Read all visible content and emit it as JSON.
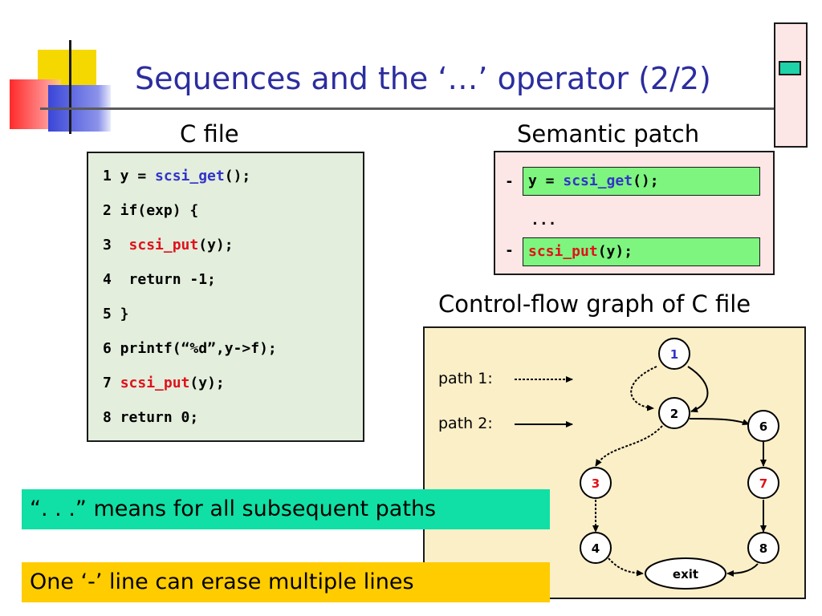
{
  "slide": {
    "title": "Sequences and the ‘…’ operator (2/2)"
  },
  "c_file": {
    "label": "C file",
    "lines": [
      {
        "num": "1",
        "pre": " y = ",
        "fn": "scsi_get",
        "post": "();",
        "fn_color": "blue"
      },
      {
        "num": "2",
        "pre": " if(exp) {",
        "fn": "",
        "post": "",
        "fn_color": ""
      },
      {
        "num": "3",
        "pre": "  ",
        "fn": "scsi_put",
        "post": "(y);",
        "fn_color": "red"
      },
      {
        "num": "4",
        "pre": "  return -1;",
        "fn": "",
        "post": "",
        "fn_color": ""
      },
      {
        "num": "5",
        "pre": " }",
        "fn": "",
        "post": "",
        "fn_color": ""
      },
      {
        "num": "6",
        "pre": " printf(“%d”,y->f);",
        "fn": "",
        "post": "",
        "fn_color": ""
      },
      {
        "num": "7",
        "pre": " ",
        "fn": "scsi_put",
        "post": "(y);",
        "fn_color": "red"
      },
      {
        "num": "8",
        "pre": " return 0;",
        "fn": "",
        "post": "",
        "fn_color": ""
      }
    ]
  },
  "semantic_patch": {
    "label": "Semantic patch",
    "minus": "-",
    "line1": {
      "pre": "y = ",
      "fn": "scsi_get",
      "post": "();"
    },
    "dots": "...",
    "line2": {
      "pre": "",
      "fn": "scsi_put",
      "post": "(y);"
    }
  },
  "cfg": {
    "label": "Control-flow graph of C file",
    "path1_label": "path 1:",
    "path2_label": "path 2:",
    "nodes": {
      "n1": "1",
      "n2": "2",
      "n3": "3",
      "n4": "4",
      "n6": "6",
      "n7": "7",
      "n8": "8",
      "exit": "exit"
    }
  },
  "notes": {
    "green": "“. . .” means for all subsequent paths",
    "yellow": "One ‘-’ line can erase multiple lines"
  },
  "colors": {
    "title": "#2b2d9e",
    "fn_blue": "#3334c9",
    "fn_red": "#e0121b",
    "code_bg": "#e3eedd",
    "patch_bg": "#fce6e6",
    "patch_line_bg": "#7df57f",
    "cfg_bg": "#fbefc8",
    "note_green": "#10e0a5",
    "note_yellow": "#ffcc00"
  }
}
